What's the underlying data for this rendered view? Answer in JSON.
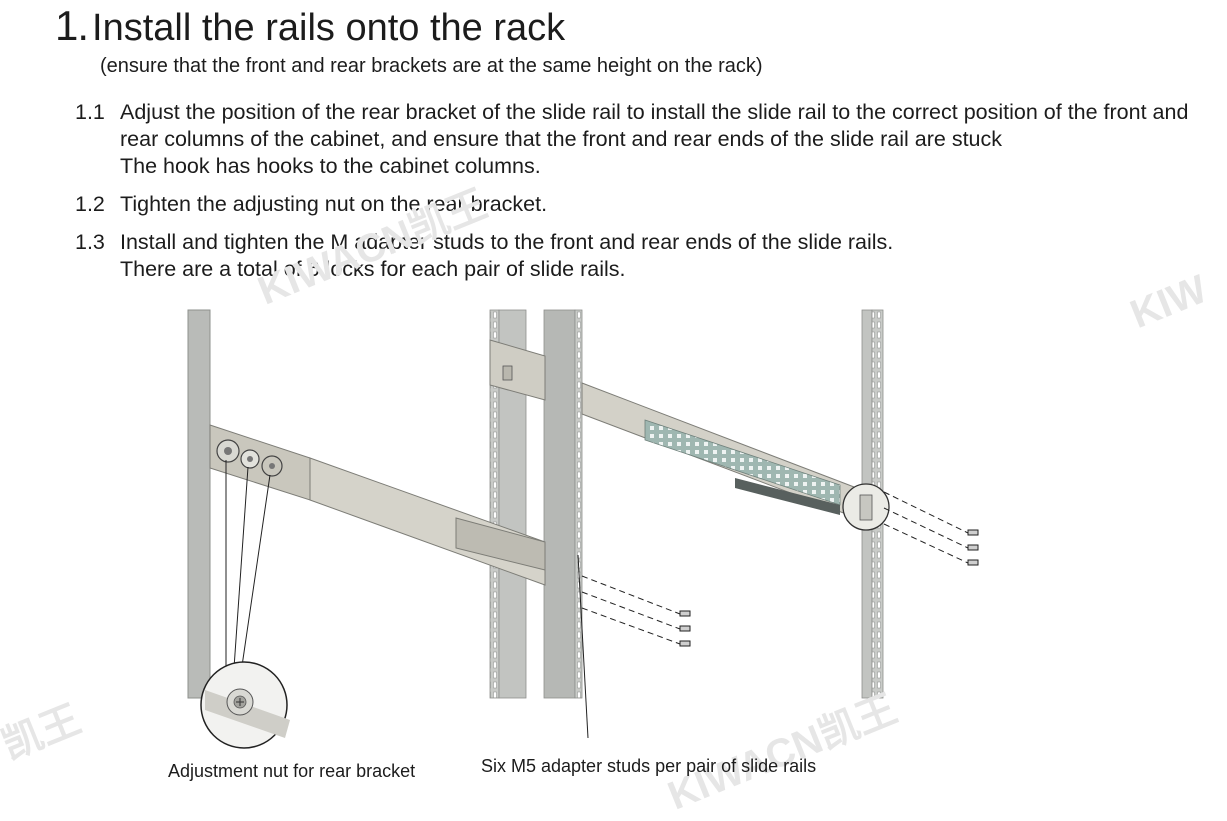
{
  "heading": {
    "number": "1.",
    "title": "Install the rails onto the rack"
  },
  "subtitle": "(ensure that the front and rear brackets are at the same height on the rack)",
  "steps": [
    {
      "num": "1.1",
      "text": "Adjust the position of the rear bracket of the slide rail to install the slide rail to the correct position of the front and rear columns of the cabinet, and ensure that the front and rear ends of the slide rail are stuck\nThe hook has hooks to the cabinet columns."
    },
    {
      "num": "1.2",
      "text": "Tighten the adjusting nut on the rear bracket."
    },
    {
      "num": "1.3",
      "text": "Install and tighten the M adapter studs to the front and rear ends of the slide rails.\nThere are a total of 6 locks for each pair of slide rails."
    }
  ],
  "figure": {
    "captions": {
      "left": "Adjustment nut for rear bracket",
      "right": "Six M5 adapter studs per pair of slide rails"
    }
  },
  "watermark": {
    "logo": "KIWACN凯王"
  }
}
